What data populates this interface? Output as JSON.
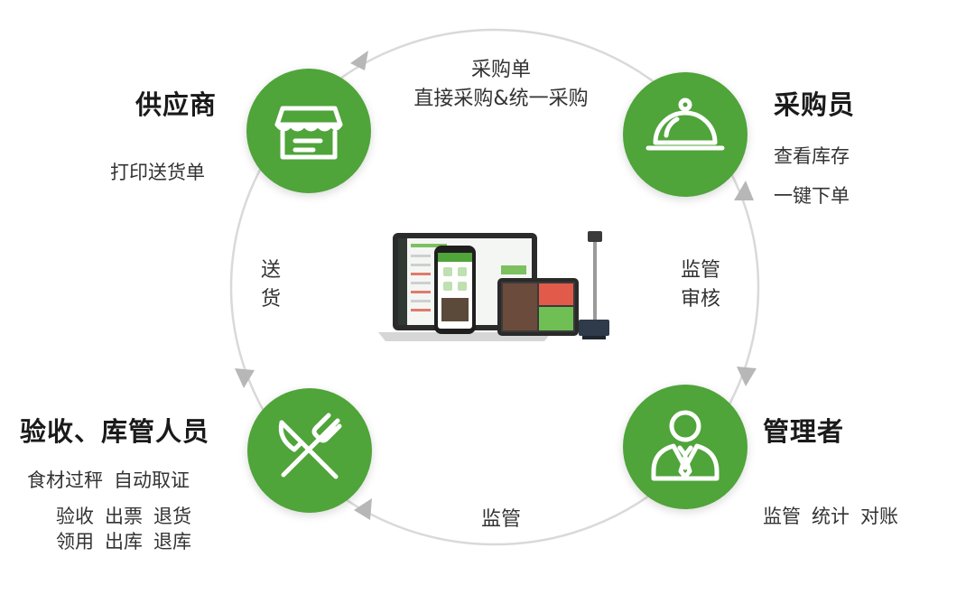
{
  "colors": {
    "accent": "#4fa43a",
    "ring": "#d9d9d9",
    "arrow": "#b7b7b7"
  },
  "nodes": {
    "supplier": {
      "icon": "storefront-icon",
      "title": "供应商",
      "desc": [
        "打印送货单"
      ]
    },
    "buyer": {
      "icon": "food-cloche-icon",
      "title": "采购员",
      "desc": [
        "查看库存",
        "一键下单"
      ]
    },
    "manager": {
      "icon": "manager-person-icon",
      "title": "管理者",
      "desc": [
        "监管",
        "统计",
        "对账"
      ]
    },
    "inspector": {
      "icon": "fork-knife-icon",
      "title": "验收、库管人员",
      "desc": [
        [
          "食材过秤",
          "自动取证"
        ],
        [
          "验收",
          "出票",
          "退货"
        ],
        [
          "领用",
          "出库",
          "退库"
        ]
      ]
    }
  },
  "flows": {
    "top": [
      "采购单",
      "直接采购&统一采购"
    ],
    "left": "送货",
    "right": [
      "监管",
      "审核"
    ],
    "bottom": "监管"
  },
  "center": {
    "icon": "devices-illustration-icon"
  }
}
